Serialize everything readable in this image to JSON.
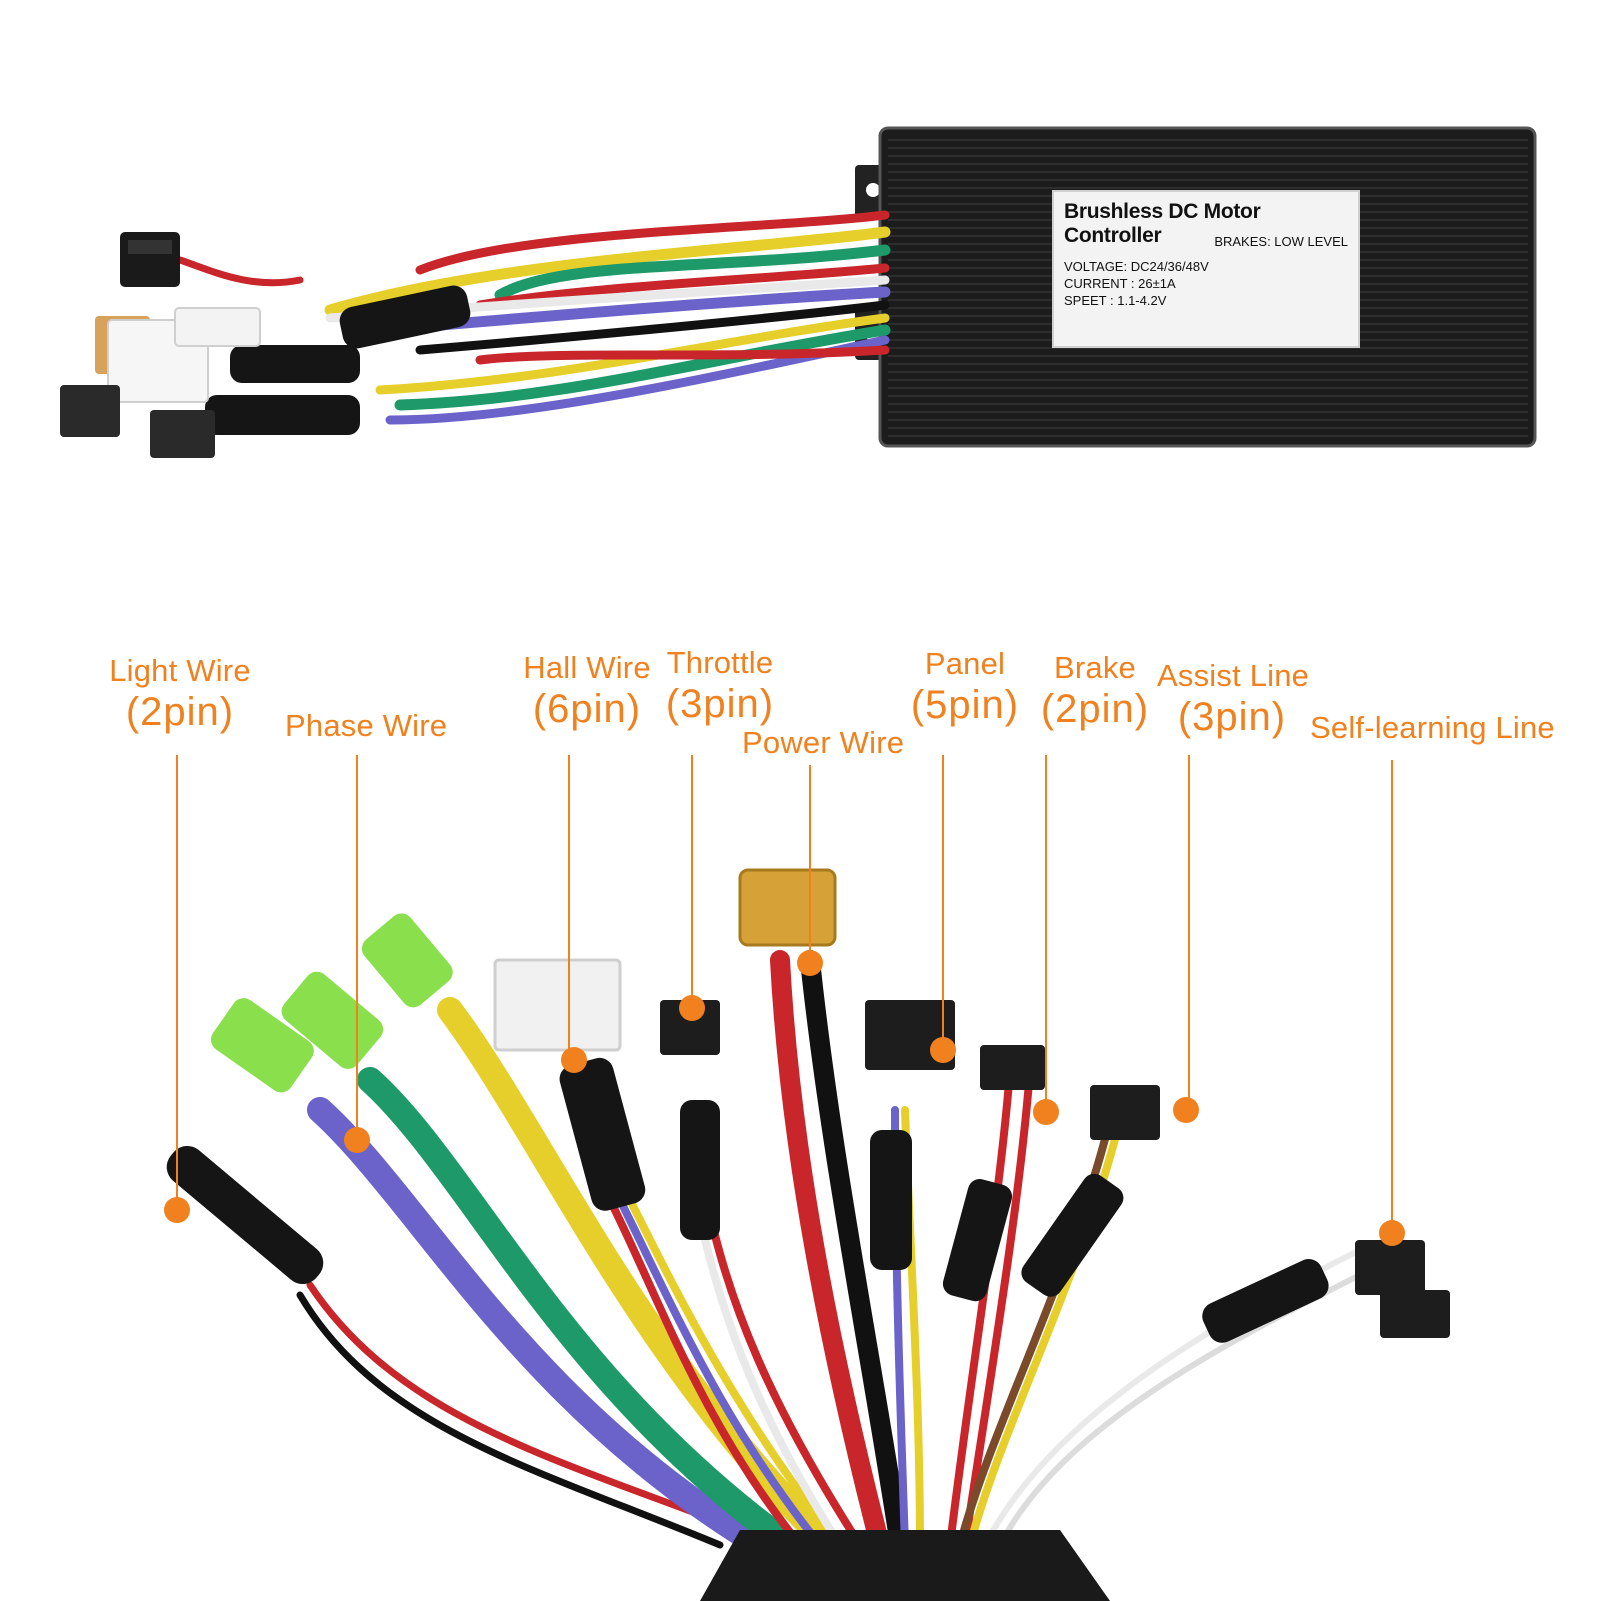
{
  "controller_label": {
    "title": "Brushless DC Motor Controller",
    "voltage": "VOLTAGE: DC24/36/48V",
    "brakes": "BRAKES: LOW LEVEL",
    "current": "CURRENT : 26±1A",
    "speed": "SPEET : 1.1-4.2V"
  },
  "callouts": [
    {
      "name": "Light Wire",
      "pins": "(2pin)"
    },
    {
      "name": "Phase Wire",
      "pins": ""
    },
    {
      "name": "Hall Wire",
      "pins": "(6pin)"
    },
    {
      "name": "Throttle",
      "pins": "(3pin)"
    },
    {
      "name": "Power Wire",
      "pins": ""
    },
    {
      "name": "Panel",
      "pins": "(5pin)"
    },
    {
      "name": "Brake",
      "pins": "(2pin)"
    },
    {
      "name": "Assist Line",
      "pins": "(3pin)"
    },
    {
      "name": "Self-learning Line",
      "pins": ""
    }
  ],
  "colors": {
    "accent": "#f0811e",
    "housing": "#1c1c1c",
    "wire_red": "#c8262a",
    "wire_yellow": "#e6cf2a",
    "wire_green": "#1e9a6a",
    "wire_blue": "#6b63c9",
    "wire_black": "#111111",
    "wire_white": "#e9e9e9"
  }
}
